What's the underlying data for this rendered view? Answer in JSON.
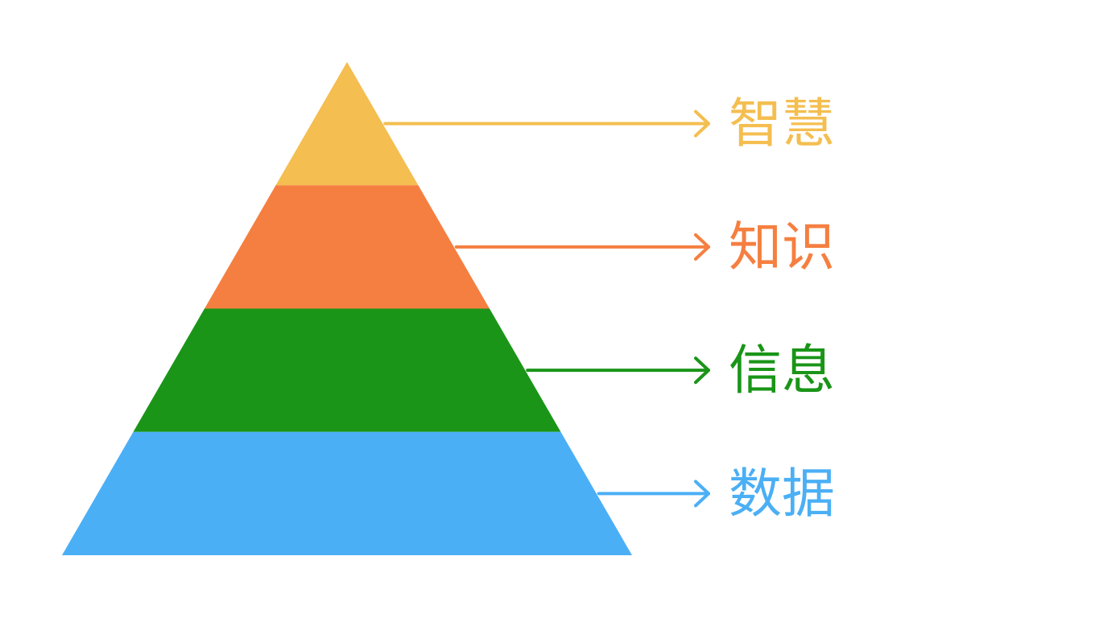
{
  "diagram": {
    "type": "pyramid",
    "layers": [
      {
        "label": "智慧",
        "color": "#F4BE50"
      },
      {
        "label": "知识",
        "color": "#F57F40"
      },
      {
        "label": "信息",
        "color": "#1A9518"
      },
      {
        "label": "数据",
        "color": "#4BAFF5"
      }
    ]
  }
}
